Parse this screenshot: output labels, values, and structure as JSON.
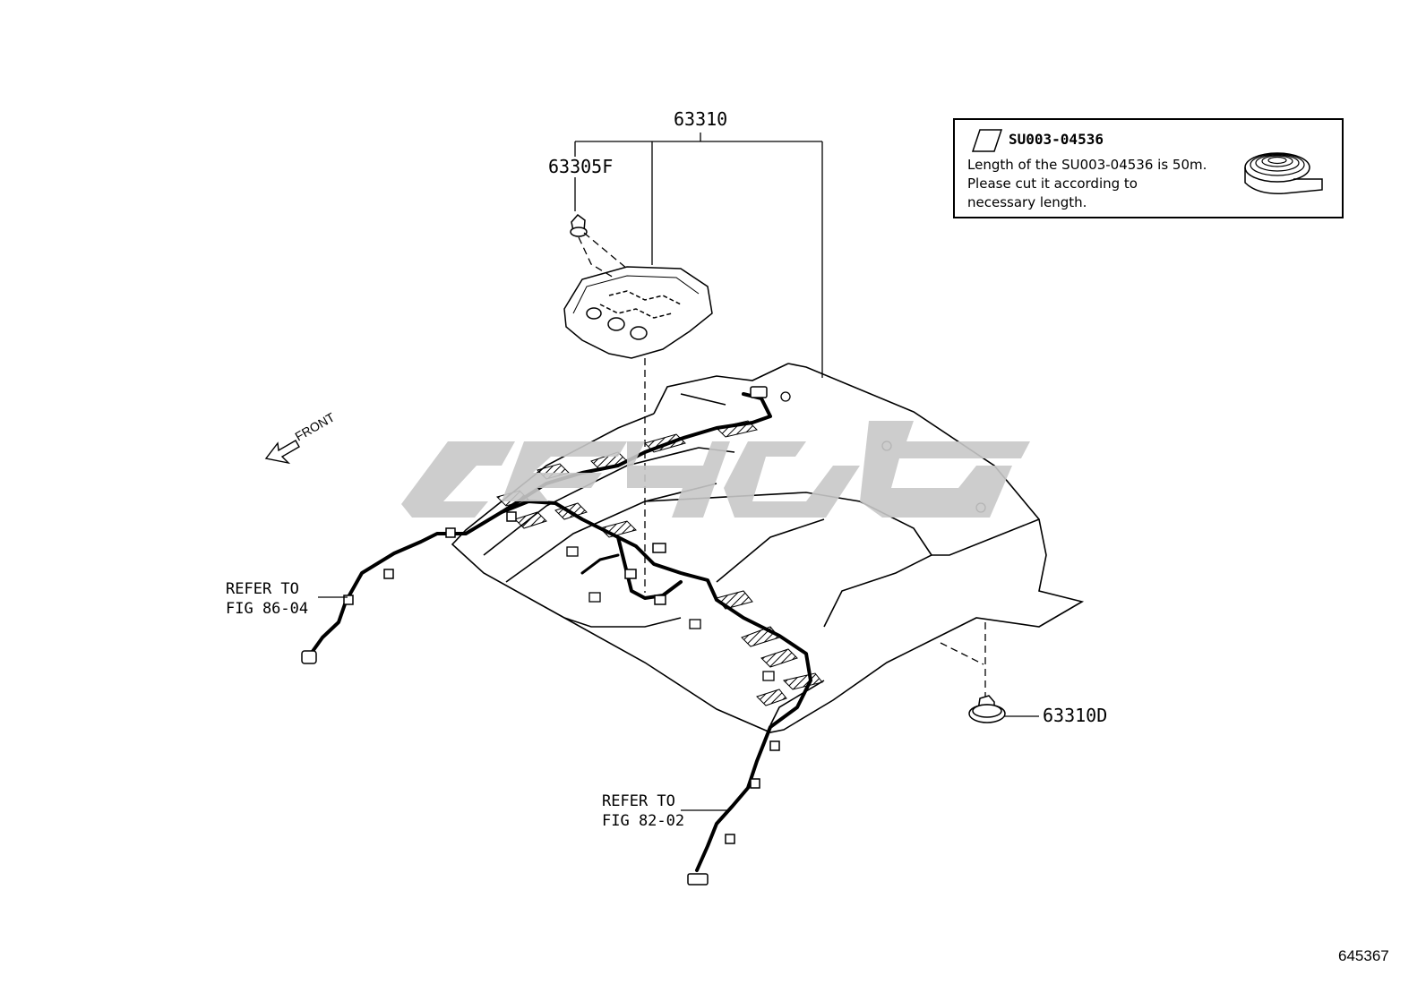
{
  "labels": {
    "assembly": "63310",
    "lamp": "63305F",
    "clip": "63310D",
    "front": "FRONT",
    "refer_left_line1": "REFER TO",
    "refer_left_line2": "FIG 86-04",
    "refer_bottom_line1": "REFER TO",
    "refer_bottom_line2": "FIG 82-02"
  },
  "note": {
    "part_code": "SU003-04536",
    "line1": "Length of the SU003-04536 is 50m.",
    "line2": "Please cut it according to",
    "line3": "necessary length."
  },
  "figure_number": "645367",
  "watermark_color": "#c8c8c8"
}
